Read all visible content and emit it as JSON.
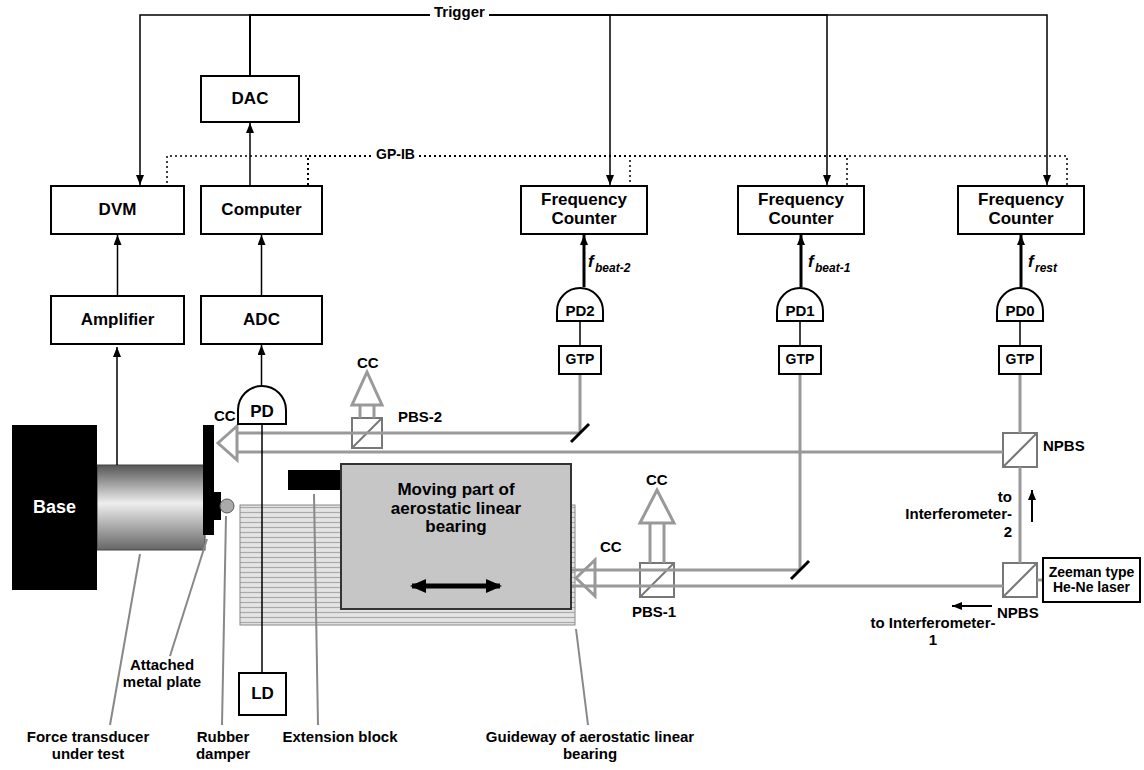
{
  "diagram": {
    "nodes": [
      {
        "text": [
          "DAC"
        ]
      },
      {
        "text": [
          "DVM"
        ]
      },
      {
        "text": [
          "Computer"
        ]
      },
      {
        "text": [
          "Frequency Counter"
        ]
      },
      {
        "text": [
          "Frequency Counter"
        ]
      },
      {
        "text": [
          "Frequency Counter"
        ]
      },
      {
        "text": [
          "Amplifier"
        ]
      },
      {
        "text": [
          "ADC"
        ]
      },
      {
        "text": [
          "PD2"
        ]
      },
      {
        "text": [
          "PD1"
        ]
      },
      {
        "text": [
          "PD0"
        ]
      },
      {
        "text": [
          "GTP"
        ]
      },
      {
        "text": [
          "GTP"
        ]
      },
      {
        "text": [
          "GTP"
        ]
      },
      {
        "text": [
          "PD"
        ]
      },
      {
        "text": [
          "Base"
        ]
      },
      {
        "text": [
          "Moving part of aerostatic linear bearing"
        ]
      },
      {
        "text": [
          "Zeeman type He-Ne laser"
        ]
      },
      {
        "text": [
          "LD"
        ]
      }
    ],
    "edges": [
      {
        "from": 2,
        "to": 0,
        "arrow": "to"
      },
      {
        "from": 0,
        "to": 1,
        "arrow": "to"
      },
      {
        "from": 0,
        "to": 3,
        "arrow": "to"
      },
      {
        "from": 0,
        "to": 4,
        "arrow": "to"
      },
      {
        "from": 0,
        "to": 5,
        "arrow": "to"
      },
      {
        "from": 2,
        "to": 1,
        "arrow": "none"
      },
      {
        "from": 2,
        "to": 3,
        "arrow": "none"
      },
      {
        "from": 2,
        "to": 4,
        "arrow": "none"
      },
      {
        "from": 2,
        "to": 5,
        "arrow": "none"
      },
      {
        "from": 6,
        "to": 1,
        "arrow": "to"
      },
      {
        "from": 7,
        "to": 2,
        "arrow": "to"
      },
      {
        "from": 14,
        "to": 7,
        "arrow": "to"
      },
      {
        "from": 8,
        "to": 3,
        "arrow": "to"
      },
      {
        "from": 9,
        "to": 4,
        "arrow": "to"
      },
      {
        "from": 10,
        "to": 5,
        "arrow": "to"
      },
      {
        "from": 11,
        "to": 8,
        "arrow": "none"
      },
      {
        "from": 12,
        "to": 9,
        "arrow": "none"
      },
      {
        "from": 13,
        "to": 10,
        "arrow": "none"
      },
      {
        "from": 18,
        "to": 14,
        "arrow": "none"
      }
    ],
    "labels": [
      "Trigger",
      "GP-IB",
      "f",
      "beat-2",
      "f",
      "beat-1",
      "f",
      "rest",
      "CC",
      "PBS-2",
      "CC",
      "CC",
      "CC",
      "PBS-1",
      "NPBS",
      "to Interferometer-2",
      "NPBS",
      "to Interferometer-1",
      "Force transducer under test",
      "Attached metal plate",
      "Rubber damper",
      "Extension block",
      "Guideway of aerostatic linear bearing"
    ]
  }
}
